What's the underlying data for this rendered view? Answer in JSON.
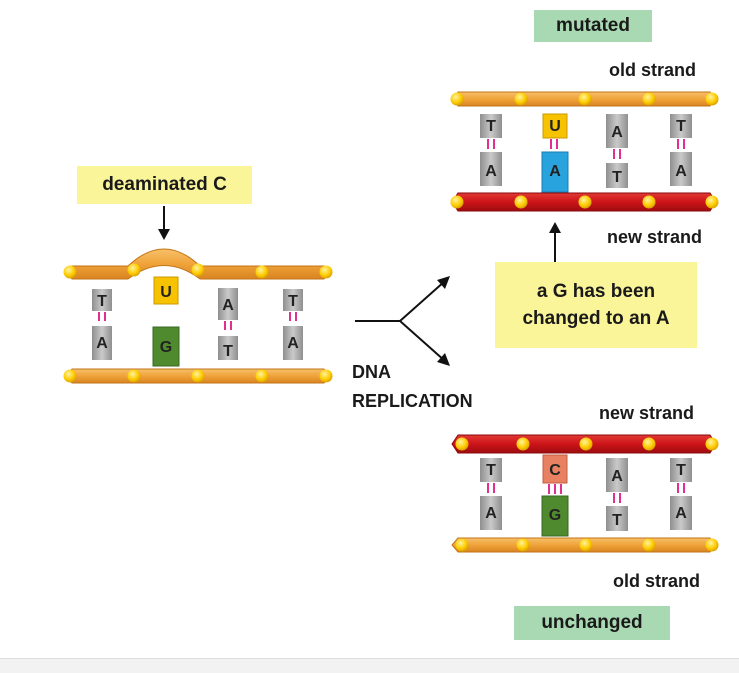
{
  "labels": {
    "mutated": "mutated",
    "unchanged": "unchanged",
    "old_strand_top": "old strand",
    "new_strand_top": "new strand",
    "new_strand_bottom": "new strand",
    "old_strand_bottom": "old strand",
    "deaminated": "deaminated C",
    "g_changed_line1": "a G has been",
    "g_changed_line2": "changed to an A",
    "dna": "DNA",
    "replication": "REPLICATION"
  },
  "colors": {
    "orange_strand": "#f0a33a",
    "red_strand": "#cc1418",
    "yellow_bead": "#ffcc00",
    "gray_base": "#a9aaa9",
    "yellow_base": "#f7c200",
    "green_base": "#4f8a2e",
    "blue_base": "#29a3dd",
    "salmon_base": "#e88062",
    "pink_bond": "#e0308f",
    "green_tag": "#a9d9b2",
    "yellow_tag": "#fbf59a"
  },
  "icons": {
    "down_arrow": "arrow-down-icon",
    "up_arrow": "arrow-up-icon",
    "fork_arrow": "fork-arrow-icon"
  },
  "molecules": {
    "original": {
      "top_letters": [
        "T",
        "U",
        "A",
        "T"
      ],
      "bottom_letters": [
        "A",
        "G",
        "T",
        "A"
      ]
    },
    "mutated": {
      "top_letters": [
        "T",
        "U",
        "A",
        "T"
      ],
      "bottom_letters": [
        "A",
        "A",
        "T",
        "A"
      ]
    },
    "unchanged": {
      "top_letters": [
        "T",
        "C",
        "A",
        "T"
      ],
      "bottom_letters": [
        "A",
        "G",
        "T",
        "A"
      ]
    }
  }
}
